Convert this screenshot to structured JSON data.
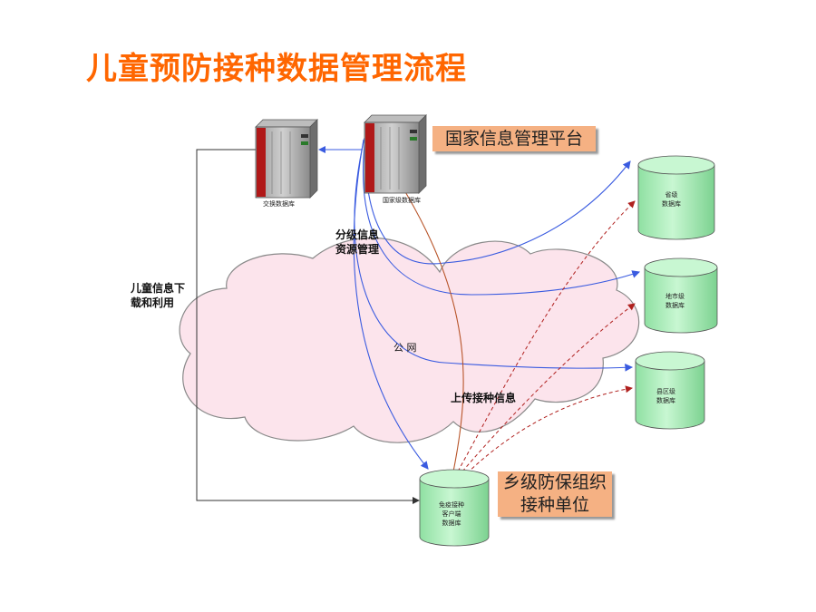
{
  "title": "儿童预防接种数据管理流程",
  "platform_tag": "国家信息管理平台",
  "township_tag": [
    "乡级防保组织",
    "接种单位"
  ],
  "servers": {
    "exchange_db": "交换数据库",
    "national_db": "国家级数据库"
  },
  "databases": {
    "provincial": [
      "省级",
      "数据库"
    ],
    "prefecture": [
      "地市级",
      "数据库"
    ],
    "county": [
      "县区级",
      "数据库"
    ],
    "client": [
      "免疫接种",
      "客户端",
      "数据库"
    ]
  },
  "labels": {
    "grading": [
      "分级信息",
      "资源管理"
    ],
    "download": [
      "儿童信息下",
      "载和利用"
    ],
    "public_net": "公 网",
    "upload": "上传接种信息"
  },
  "colors": {
    "title": "#ff6600",
    "cloud_fill": "#fce4ec",
    "cloud_stroke": "#8a8a8a",
    "db_fill": "#b8f0c4",
    "blue_arrow": "#3a5be0",
    "red_arrow": "#b0201e",
    "brown_arrow": "#b8552a",
    "tag_bg": "#f5b183"
  }
}
